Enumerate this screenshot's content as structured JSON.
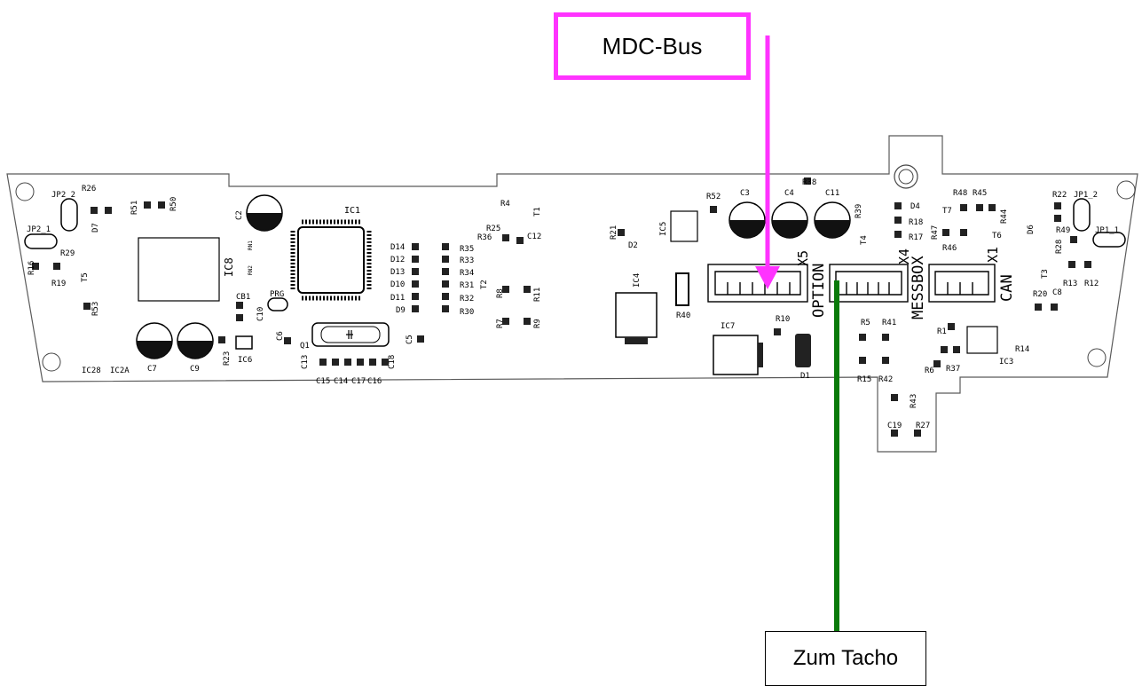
{
  "callouts": {
    "mdc_bus": "MDC-Bus",
    "zum_tacho": "Zum Tacho"
  },
  "colors": {
    "mdc_arrow": "#ff33ff",
    "tacho_line": "#0a7a0a",
    "pcb_outline": "#5a5a5a",
    "pad": "#222222"
  },
  "connectors": {
    "x5": "X5",
    "option": "OPTION",
    "x4": "X4",
    "messbox": "MESSBOX",
    "x1": "X1",
    "can": "CAN"
  },
  "components": {
    "jp2_2": "JP2_2",
    "r26": "R26",
    "jp2_1": "JP2_1",
    "d7": "D7",
    "r29": "R29",
    "r16": "R16",
    "r19": "R19",
    "t5": "T5",
    "r53": "R53",
    "r51": "R51",
    "r50": "R50",
    "ic8": "IC8",
    "c2": "C2",
    "rn1": "RN1",
    "rn2": "RN2",
    "ic1": "IC1",
    "cb1": "CB1",
    "c10": "C10",
    "prg": "PRG",
    "c6": "C6",
    "r23": "R23",
    "ic6": "IC6",
    "ic28": "IC28",
    "ic2a": "IC2A",
    "c7": "C7",
    "c9": "C9",
    "q1": "Q1",
    "c13": "C13",
    "c15": "C15",
    "c14": "C14",
    "c17": "C17",
    "c16": "C16",
    "c18": "C18",
    "d14": "D14",
    "d12": "D12",
    "d13": "D13",
    "d10": "D10",
    "d11": "D11",
    "d9": "D9",
    "r35": "R35",
    "r33": "R33",
    "r34": "R34",
    "r31": "R31",
    "r32": "R32",
    "r30": "R30",
    "c5": "C5",
    "r4": "R4",
    "t1": "T1",
    "r25": "R25",
    "r36": "R36",
    "c12": "C12",
    "t2": "T2",
    "r8": "R8",
    "r11": "R11",
    "r7": "R7",
    "r9": "R9",
    "r21": "R21",
    "d2": "D2",
    "ic4": "IC4",
    "ic5": "IC5",
    "r52": "R52",
    "r40": "R40",
    "c3": "C3",
    "c4": "C4",
    "r38": "R38",
    "c11": "C11",
    "r39": "R39",
    "ic7": "IC7",
    "r10": "R10",
    "d1": "D1",
    "r5": "R5",
    "r41": "R41",
    "r15": "R15",
    "r42": "R42",
    "r43": "R43",
    "c19": "C19",
    "r27": "R27",
    "t4": "T4",
    "r18": "R18",
    "r17": "R17",
    "d4": "D4",
    "t7": "T7",
    "r48": "R48",
    "r45": "R45",
    "r44": "R44",
    "r47": "R47",
    "r46": "R46",
    "t6": "T6",
    "r1": "R1",
    "r14": "R14",
    "r6": "R6",
    "r37": "R37",
    "ic3": "IC3",
    "r22": "R22",
    "jp1_2": "JP1_2",
    "jp1_1": "JP1_1",
    "d6": "D6",
    "r49": "R49",
    "r28": "R28",
    "t3": "T3",
    "r13": "R13",
    "r12": "R12",
    "r20": "R20",
    "c8": "C8"
  }
}
